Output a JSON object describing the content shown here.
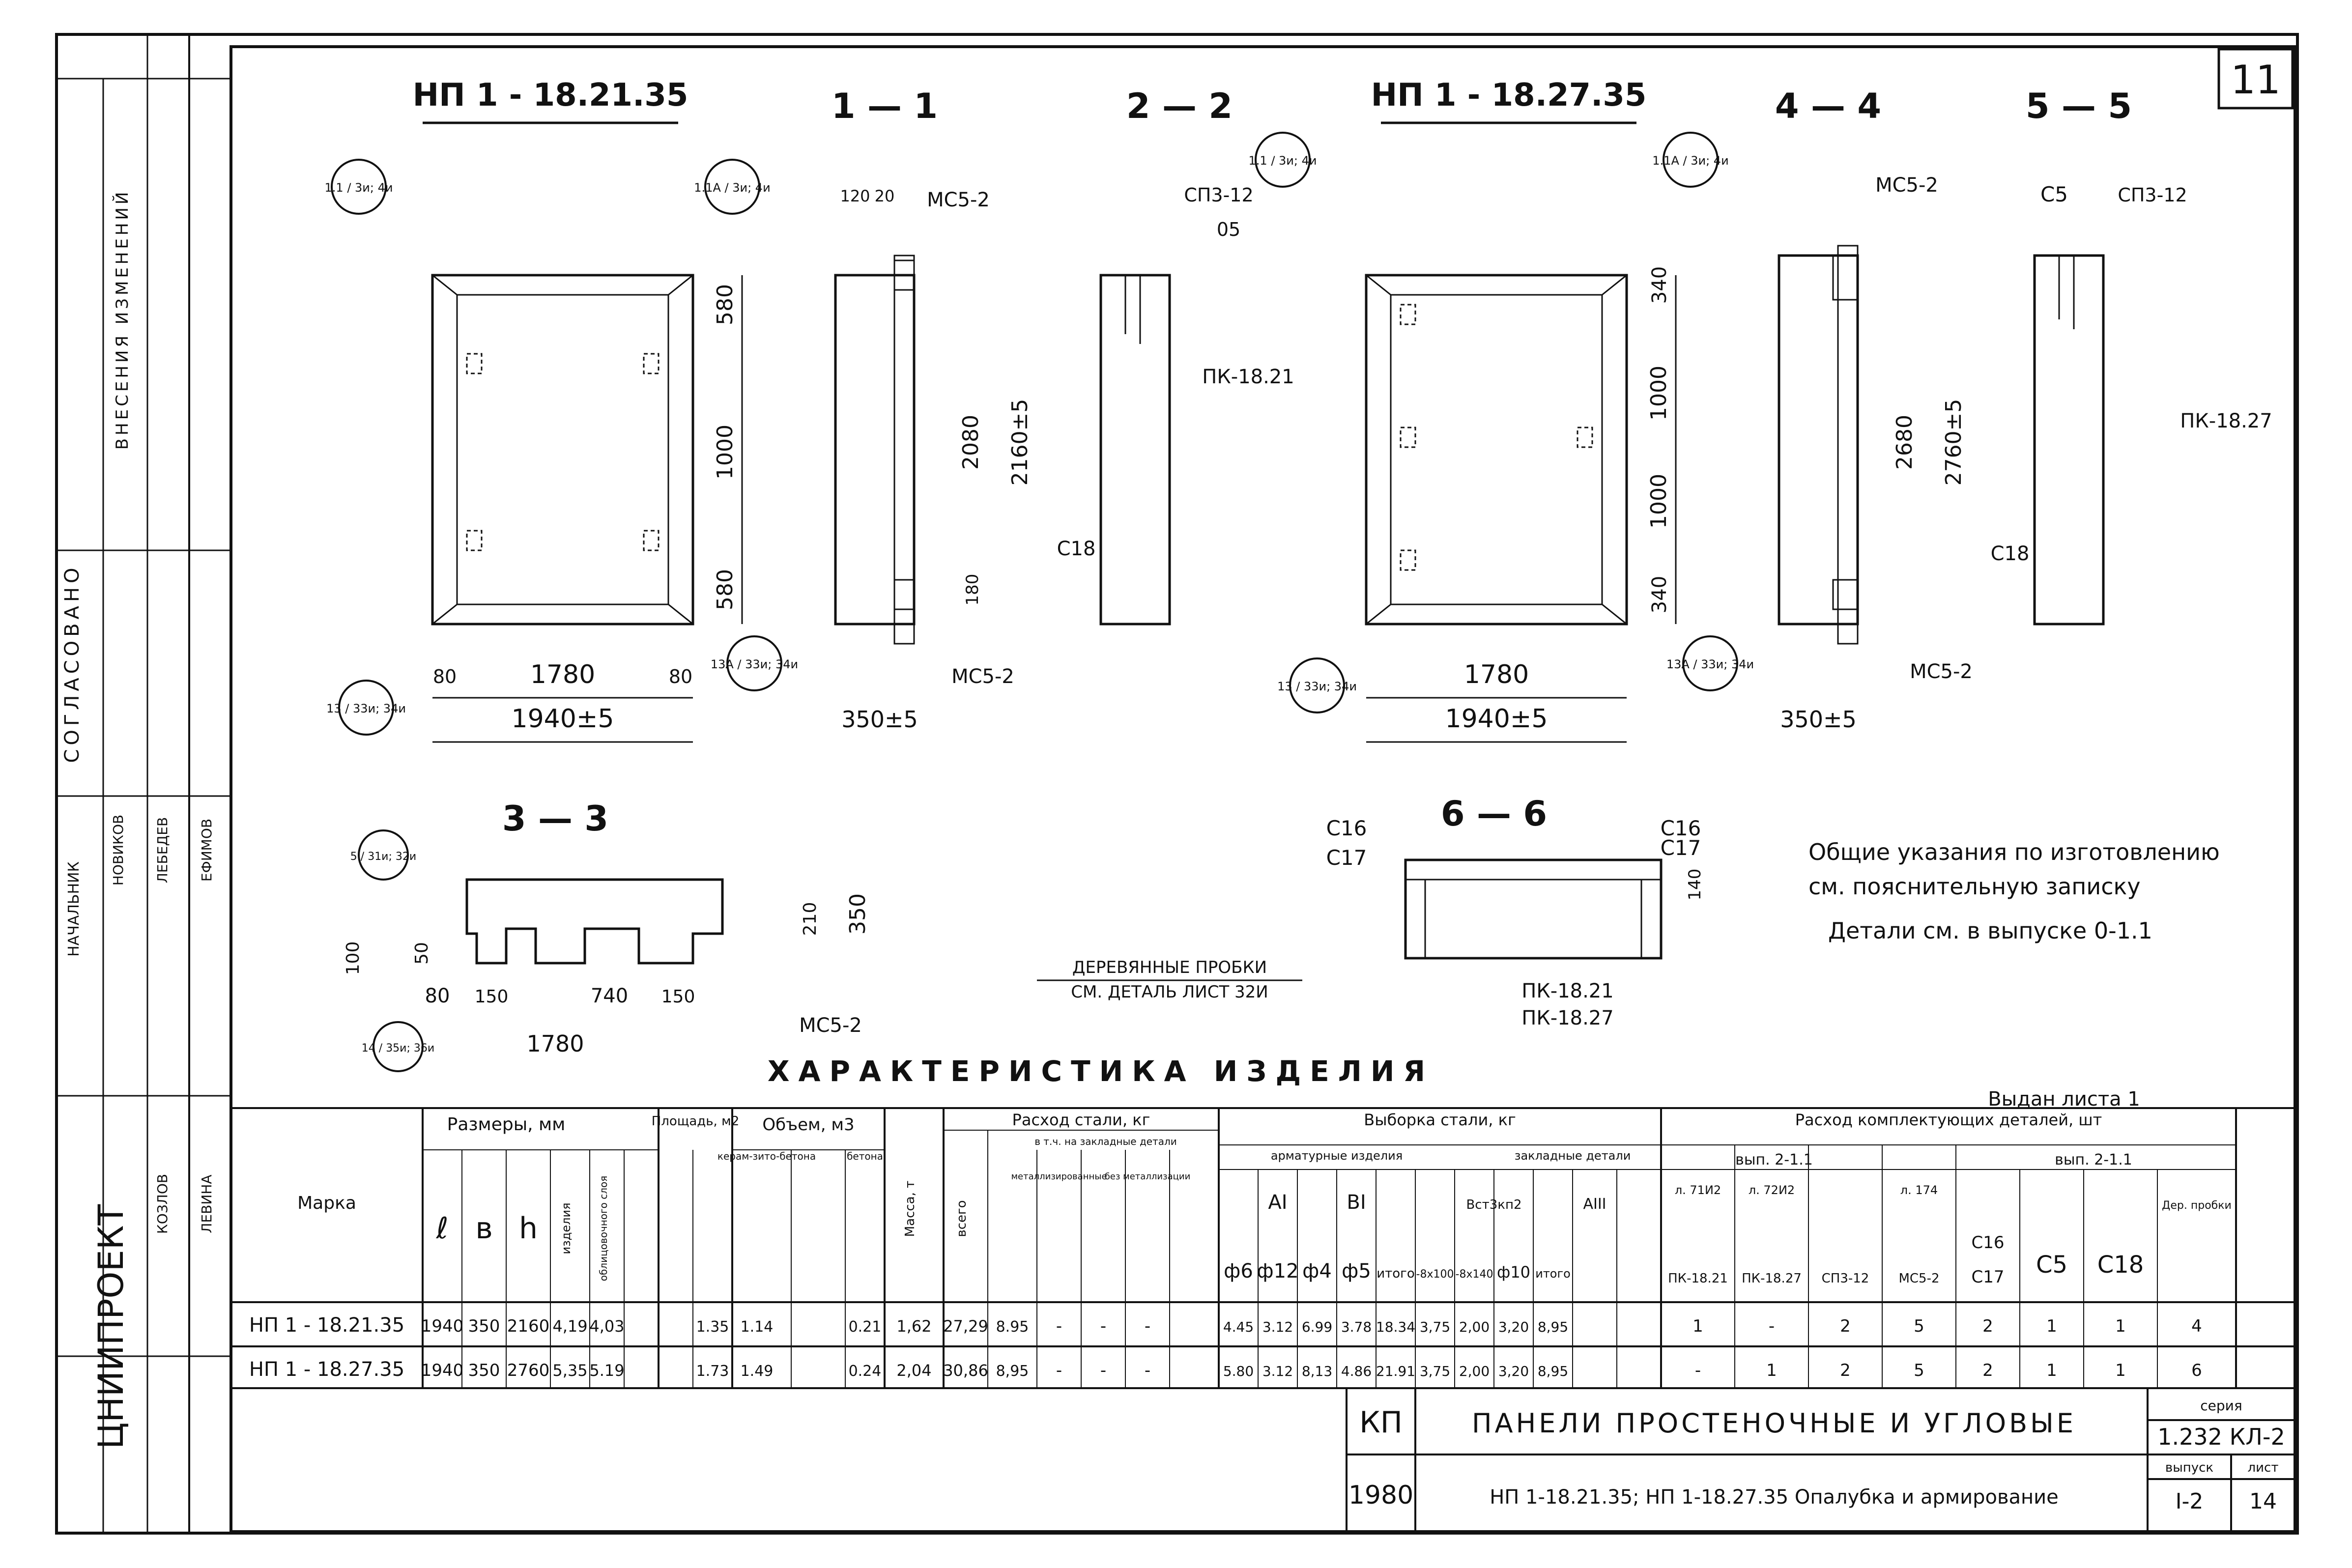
{
  "sheet_number": "11",
  "views": {
    "np_21": "НП 1 - 18.21.35",
    "s11": "1 — 1",
    "s22": "2 — 2",
    "np_27": "НП 1 - 18.27.35",
    "s44": "4 — 4",
    "s55": "5 — 5",
    "s33": "3 — 3",
    "s66": "6 — 6"
  },
  "callouts": {
    "c1": "1.1 / 3и; 4и",
    "c1a": "1.1А / 3и; 4и",
    "c13": "13 / 33и; 34и",
    "c13a": "13А / 33и; 34и",
    "c5": "5 / 31и; 32и",
    "c14": "14 / 35и; 36и"
  },
  "labels": {
    "mcs2": "МС5-2",
    "sp312": "СП3-12",
    "o5": "05",
    "pk1821": "ПК-18.21",
    "pk1827": "ПК-18.27",
    "c18": "С18",
    "c5": "С5",
    "spz12": "СП3-12",
    "c16": "С16",
    "c17": "С17",
    "plugs1": "ДЕРЕВЯННЫЕ ПРОБКИ",
    "plugs2": "СМ. ДЕТАЛЬ ЛИСТ 32И",
    "pk_both1": "ПК-18.21",
    "pk_both2": "ПК-18.27"
  },
  "dims": {
    "d1780": "1780",
    "d1940": "1940±5",
    "d80": "80",
    "d580": "580",
    "d1000": "1000",
    "d2080": "2080",
    "d2160": "2160±5",
    "d350": "350±5",
    "d120": "120",
    "d20": "20",
    "d340": "340",
    "d2680": "2680",
    "d2760": "2760±5",
    "d180": "180",
    "d100": "100",
    "d740": "740",
    "d150": "150",
    "d210": "210",
    "d50": "50",
    "d350b": "350",
    "d140": "140"
  },
  "notes": [
    "Общие указания по изготовлению",
    "см. пояснительную записку",
    "Детали см. в выпуске 0-1.1"
  ],
  "table": {
    "title": "ХАРАКТЕРИСТИКА ИЗДЕЛИЯ",
    "scope": "Выдан листа 1",
    "h_marka": "Марка",
    "h_sizes": "Размеры, мм",
    "h_area": "Площадь, м2",
    "h_volume": "Объем, м3",
    "h_mass": "Масса, т",
    "h_steel": "Расход стали, кг",
    "h_sample": "Выборка стали, кг",
    "h_parts": "Расход комплектующих деталей, шт",
    "h_keram": "керам-зито-бетона",
    "h_beton": "бетона",
    "sub_emb": "в т.ч. на закладные детали",
    "sub_metal": "металлизированные",
    "sub_nometal": "без металлизации",
    "sub_arm": "арматурные изделия",
    "sub_zakl": "закладные детали",
    "col_l": "ℓ",
    "col_b": "в",
    "col_h": "h",
    "col_izd": "изделия",
    "col_obl": "облицовочного слоя",
    "col_vsego": "всего",
    "cls_AI": "АI",
    "cls_BI": "ВI",
    "cls_vst": "Вст3кп2",
    "cls_AIII": "АIII",
    "bar_d6": "ф6",
    "bar_d12": "ф12",
    "bar_d4": "ф4",
    "bar_d5": "ф5",
    "bar_itogo": "итого",
    "strip1": "-8х100",
    "strip2": "-8х140",
    "bar_d10": "ф10",
    "bar_itogo2": "итого",
    "part_pk1821": "ПК-18.21",
    "part_pk1827": "ПК-18.27",
    "part_sp312": "СП3-12",
    "part_mc52": "МС5-2",
    "part_c16": "С16",
    "part_c17": "С17",
    "part_c5": "С5",
    "part_c18": "С18",
    "part_dp": "Дер. пробки",
    "ref_v1": "вып. 2-1.1",
    "ref_v2": "л. 71И2",
    "ref_v3": "л. 72И2",
    "ref_v4": "л. 174",
    "ref_v5": "вып. 2-1.1",
    "rows": [
      {
        "marka": "НП 1 - 18.21.35",
        "l": "1940",
        "b": "350",
        "h": "2160",
        "area_izd": "4,19",
        "area_obl": "4,03",
        "vol_keram": "1.35",
        "vol_a": "1.14",
        "vol_b": "0.21",
        "mass": "1,62",
        "steel_total": "27,29",
        "steel_emb": "8.95",
        "m1": "-",
        "m2": "-",
        "m3": "-",
        "a1": "4.45",
        "a2": "3.12",
        "a3": "6.99",
        "a4": "3.78",
        "a5": "18.34",
        "z1": "3,75",
        "z2": "2,00",
        "z3": "3,20",
        "z4": "8,95",
        "p1": "1",
        "p2": "-",
        "p3": "2",
        "p4": "5",
        "p5": "2",
        "p6": "1",
        "p7": "1",
        "p8": "4"
      },
      {
        "marka": "НП 1 - 18.27.35",
        "l": "1940",
        "b": "350",
        "h": "2760",
        "area_izd": "5,35",
        "area_obl": "5.19",
        "vol_keram": "1.73",
        "vol_a": "1.49",
        "vol_b": "0.24",
        "mass": "2,04",
        "steel_total": "30,86",
        "steel_emb": "8,95",
        "m1": "-",
        "m2": "-",
        "m3": "-",
        "a1": "5.80",
        "a2": "3.12",
        "a3": "8,13",
        "a4": "4.86",
        "a5": "21.91",
        "z1": "3,75",
        "z2": "2,00",
        "z3": "3,20",
        "z4": "8,95",
        "p1": "-",
        "p2": "1",
        "p3": "2",
        "p4": "5",
        "p5": "2",
        "p6": "1",
        "p7": "1",
        "p8": "6"
      }
    ]
  },
  "stamp": {
    "kp": "КП",
    "title": "ПАНЕЛИ ПРОСТЕНОЧНЫЕ И УГЛОВЫЕ",
    "year": "1980",
    "subtitle": "НП 1-18.21.35; НП 1-18.27.35 Опалубка и армирование",
    "series_label": "серия",
    "series": "1.232 КЛ-2",
    "issue_label": "выпуск",
    "issue": "I-2",
    "sheet_label": "лист",
    "sheet": "14"
  },
  "side": {
    "org": "ЦНИИПРОЕКТ",
    "agreed": "СОГЛАСОВАНО",
    "changes": "ВНЕСЕНИЯ ИЗМЕНЕНИЙ",
    "nachalnik": "НАЧАЛЬНИК",
    "names": [
      "НОВИКОВ",
      "ЛЕБЕДЕВ",
      "ЕФИМОВ",
      "КОЗЛОВ",
      "ЛЕВИНА"
    ]
  }
}
